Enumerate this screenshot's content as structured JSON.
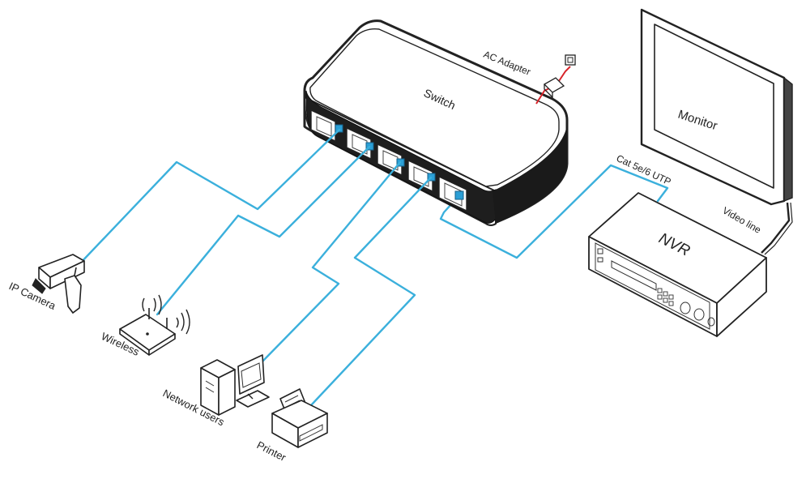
{
  "labels": {
    "switch": "Switch",
    "ac_adapter": "AC Adapter",
    "monitor": "Monitor",
    "nvr": "NVR",
    "cat_cable": "Cat 5e/6 UTP",
    "video_line": "Video line",
    "ip_camera": "IP Camera",
    "wireless": "Wireless",
    "network_users": "Network users",
    "printer": "Printer"
  },
  "colors": {
    "cable": "#3bb0dc",
    "port_highlight": "#2b9fd6",
    "power_cable": "#d8242a",
    "device_outline": "#222222"
  }
}
